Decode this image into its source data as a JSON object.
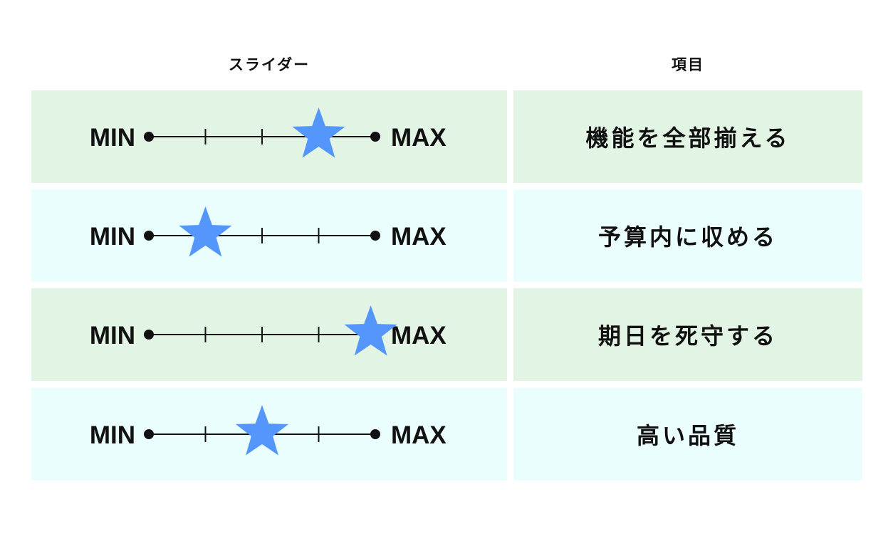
{
  "header": {
    "slider_title": "スライダー",
    "item_title": "項目"
  },
  "slider_labels": {
    "min": "MIN",
    "max": "MAX"
  },
  "colors": {
    "row_green": "#e2f5e5",
    "row_cyan": "#eafefd",
    "star": "#5496fb",
    "line": "#111111"
  },
  "rows": [
    {
      "item": "機能を全部揃える",
      "value": 0.75,
      "bg": "row_green"
    },
    {
      "item": "予算内に収める",
      "value": 0.25,
      "bg": "row_cyan"
    },
    {
      "item": "期日を死守する",
      "value": 0.98,
      "bg": "row_green"
    },
    {
      "item": "高い品質",
      "value": 0.5,
      "bg": "row_cyan"
    }
  ]
}
